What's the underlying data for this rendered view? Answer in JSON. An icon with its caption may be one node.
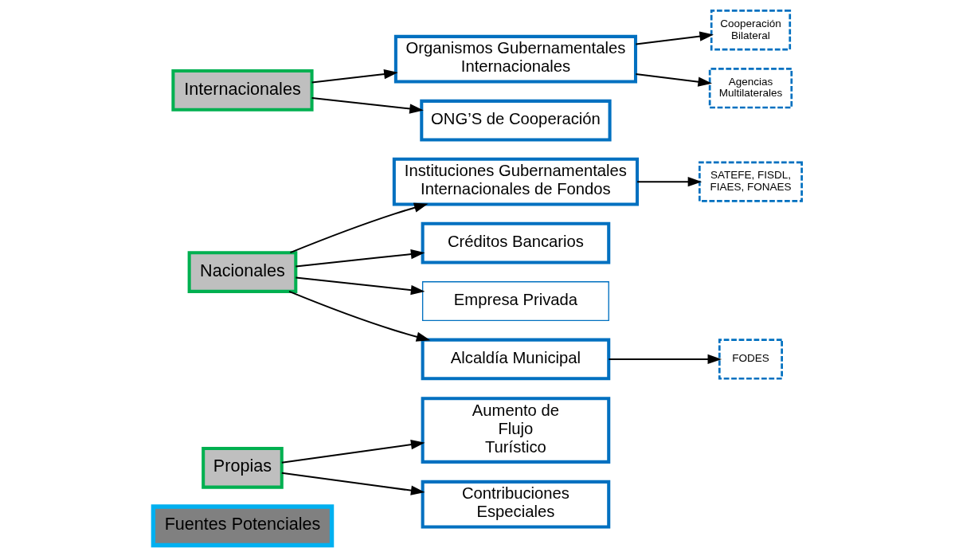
{
  "diagram": {
    "nodes": [
      {
        "text": [
          "Fuentes Potenciales"
        ]
      },
      {
        "text": [
          "Propias"
        ]
      },
      {
        "text": [
          "Nacionales"
        ]
      },
      {
        "text": [
          "Internacionales"
        ]
      },
      {
        "text": [
          "Aumento de Flujo Turístico"
        ]
      },
      {
        "text": [
          "Contribuciones Especiales"
        ]
      },
      {
        "text": [
          "Instituciones Gubernamentales Internacionales de Fondos"
        ]
      },
      {
        "text": [
          "SATEFE, FISDL, FIAES, FONAES"
        ]
      },
      {
        "text": [
          "Créditos Bancarios"
        ]
      },
      {
        "text": [
          "Empresa Privada"
        ]
      },
      {
        "text": [
          "Alcaldía Municipal"
        ]
      },
      {
        "text": [
          "FODES"
        ]
      },
      {
        "text": [
          "Organismos Gubernamentales Internacionales"
        ]
      },
      {
        "text": [
          "Cooperación Bilateral"
        ]
      },
      {
        "text": [
          "Agencias Multilaterales"
        ]
      },
      {
        "text": [
          "ONG’S de Cooperación"
        ]
      }
    ],
    "edges": [
      {
        "from": 1,
        "to": 4,
        "arrow": "to"
      },
      {
        "from": 1,
        "to": 5,
        "arrow": "to"
      },
      {
        "from": 2,
        "to": 6,
        "arrow": "to"
      },
      {
        "from": 6,
        "to": 7,
        "arrow": "to"
      },
      {
        "from": 2,
        "to": 8,
        "arrow": "to"
      },
      {
        "from": 2,
        "to": 9,
        "arrow": "to"
      },
      {
        "from": 2,
        "to": 10,
        "arrow": "to"
      },
      {
        "from": 10,
        "to": 11,
        "arrow": "to"
      },
      {
        "from": 3,
        "to": 12,
        "arrow": "to"
      },
      {
        "from": 12,
        "to": 13,
        "arrow": "to"
      },
      {
        "from": 12,
        "to": 14,
        "arrow": "to"
      },
      {
        "from": 3,
        "to": 15,
        "arrow": "to"
      }
    ]
  }
}
